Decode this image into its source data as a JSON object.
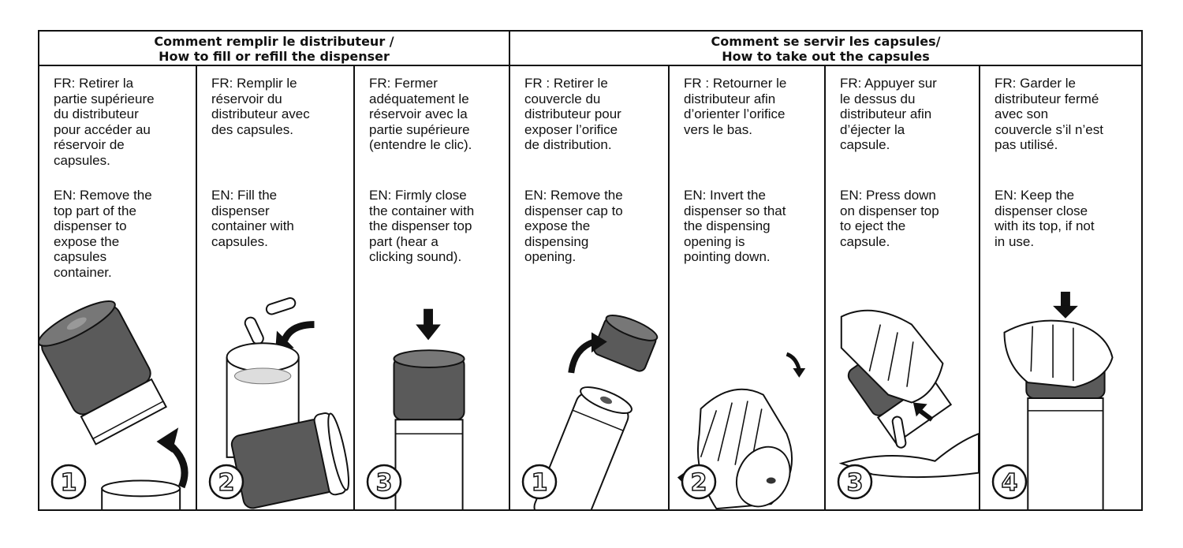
{
  "header": {
    "fill_fr": "Comment remplir le distributeur /",
    "fill_en": "How to fill or refill the dispenser",
    "use_fr": "Comment se servir les capsules/",
    "use_en": "How to take out the capsules"
  },
  "fill_steps": [
    {
      "number": "1",
      "fr": "FR: Retirer la\npartie supérieure\ndu distributeur\npour accéder au\nréservoir de\ncapsules.",
      "en": "EN: Remove the\ntop part of the\ndispenser to\nexpose the\ncapsules\ncontainer."
    },
    {
      "number": "2",
      "fr": "FR: Remplir le\nréservoir du\ndistributeur avec\ndes capsules.",
      "en": "EN: Fill the\ndispenser\ncontainer with\ncapsules."
    },
    {
      "number": "3",
      "fr": "FR: Fermer\nadéquatement le\nréservoir avec la\npartie supérieure\n(entendre le clic).",
      "en": "EN: Firmly close\nthe container with\nthe dispenser top\npart (hear a\nclicking sound)."
    }
  ],
  "use_steps": [
    {
      "number": "1",
      "fr": "FR : Retirer le\ncouvercle du\ndistributeur pour\nexposer l’orifice\nde distribution.",
      "en": "EN: Remove the\ndispenser cap to\nexpose the\ndispensing\nopening."
    },
    {
      "number": "2",
      "fr": "FR : Retourner le\ndistributeur afin\nd’orienter l’orifice\nvers le bas.",
      "en": "EN: Invert the\ndispenser  so that\nthe dispensing\nopening is\npointing down."
    },
    {
      "number": "3",
      "fr": "FR: Appuyer sur\nle dessus du\ndistributeur afin\nd’éjecter la\ncapsule.",
      "en": "EN: Press down\non dispenser top\nto eject the\ncapsule."
    },
    {
      "number": "4",
      "fr": "FR: Garder le\ndistributeur fermé\navec son\ncouvercle s’il n’est\npas utilisé.",
      "en": "EN: Keep the\ndispenser close\nwith its top, if not\nin use."
    }
  ],
  "colors": {
    "cap": "#5a5a5a",
    "line": "#111111",
    "body": "#ffffff"
  }
}
